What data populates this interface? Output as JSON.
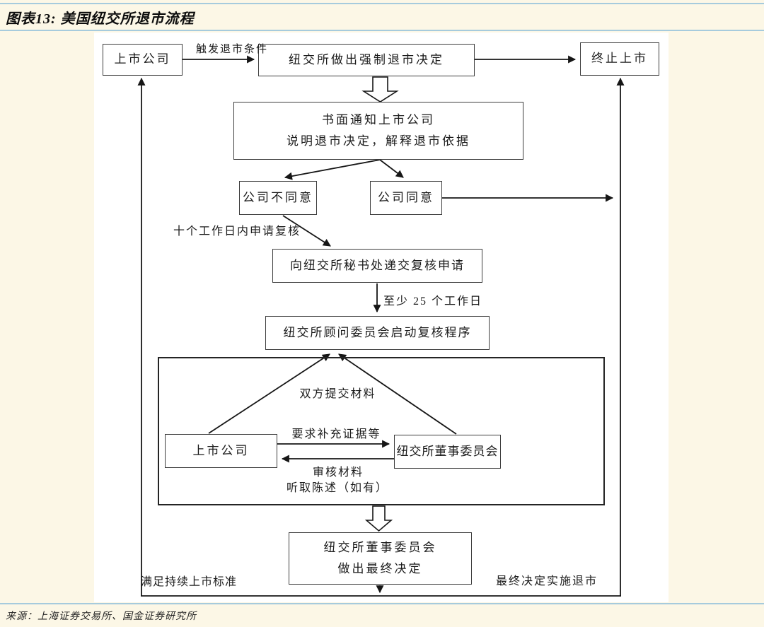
{
  "header": {
    "title": "图表13: 美国纽交所退市流程"
  },
  "footer": {
    "source": "来源：上海证券交易所、国金证券研究所"
  },
  "colors": {
    "page_bg": "#fcf7e6",
    "canvas_bg": "#ffffff",
    "divider_blue": "#a6cbdd",
    "line_color": "#161616",
    "text_color": "#1a1a1a"
  },
  "flowchart": {
    "nodes": {
      "listed_company_top": "上市公司",
      "nyse_forced_delisting_decision": "纽交所做出强制退市决定",
      "terminate_listing": "终止上市",
      "written_notice": {
        "line1": "书面通知上市公司",
        "line2": "说明退市决定，解释退市依据"
      },
      "company_disagree": "公司不同意",
      "company_agree": "公司同意",
      "submit_review_application": "向纽交所秘书处递交复核申请",
      "advisory_committee_review": "纽交所顾问委员会启动复核程序",
      "listed_company_inner": "上市公司",
      "nyse_board_committee": "纽交所董事委员会",
      "final_decision": {
        "line1": "纽交所董事委员会",
        "line2": "做出最终决定"
      }
    },
    "edge_labels": {
      "trigger_condition": "触发退市条件",
      "apply_within_ten_days": "十个工作日内申请复核",
      "at_least_25_days": "至少 25 个工作日",
      "both_parties_submit": "双方提交材料",
      "request_more_evidence": "要求补充证据等",
      "review_materials": "审核材料",
      "hear_statements": "听取陈述（如有）",
      "meet_listing_standards": "满足持续上市标准",
      "final_delisting": "最终决定实施退市"
    }
  }
}
